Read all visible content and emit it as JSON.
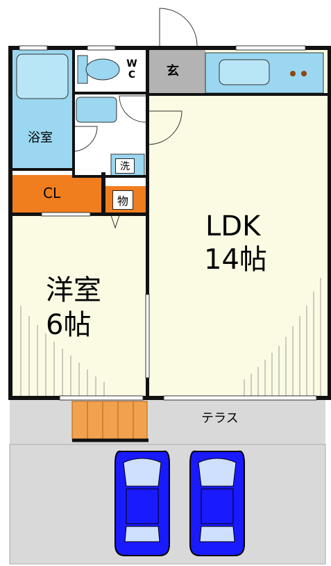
{
  "floor_plan": {
    "rooms": {
      "ldk": {
        "name": "LDK",
        "size": "14帖"
      },
      "western_room": {
        "name": "洋室",
        "size": "6帖"
      },
      "bathroom": {
        "name": "浴室"
      },
      "toilet": {
        "name": "WC"
      },
      "entrance": {
        "name": "玄"
      },
      "closet": {
        "name": "CL"
      },
      "storage": {
        "name": "物"
      },
      "washer": {
        "name": "洗"
      },
      "terrace": {
        "name": "テラス"
      }
    },
    "parking": {
      "car_count": 2
    },
    "colors": {
      "room_fill": "#fbfbe4",
      "wet_area_fill": "#9bd7f0",
      "entrance_fill": "#b3b3b3",
      "closet_fill": "#f07e1e",
      "terrace_fill": "#d9d9d9",
      "stair_fill": "#f2a24f",
      "wall": "#111111",
      "car_blue": "#1a1aff"
    }
  }
}
